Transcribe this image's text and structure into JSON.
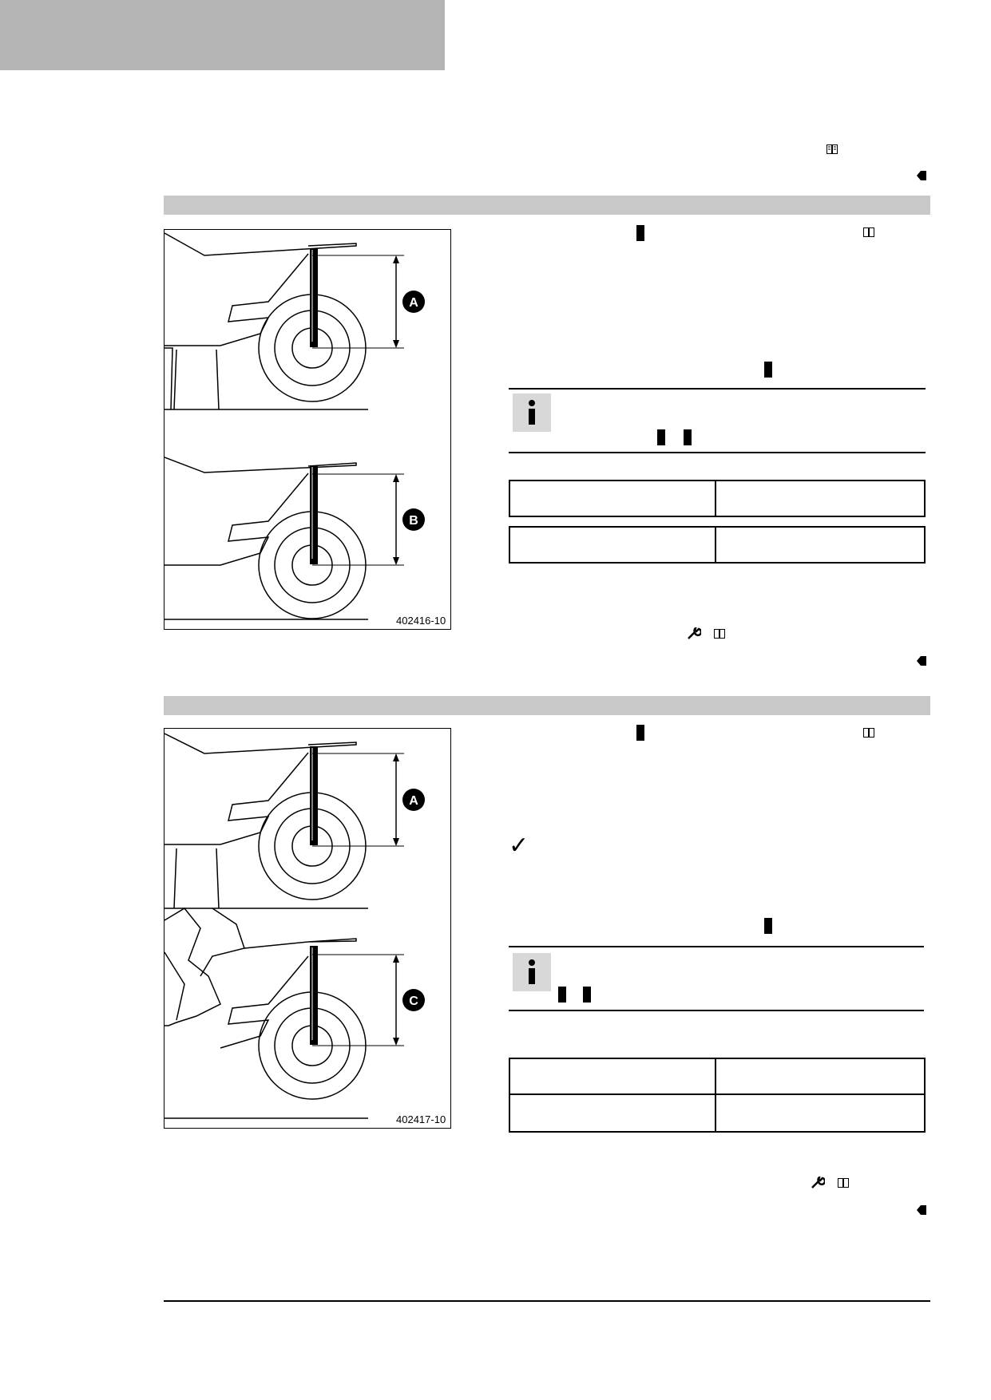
{
  "header_tab": {
    "text": ""
  },
  "figures": [
    {
      "caption": "402416-10",
      "callouts": [
        "A",
        "B"
      ]
    },
    {
      "caption": "402417-10",
      "callouts": [
        "A",
        "C"
      ]
    }
  ],
  "icons": {
    "book": "book-icon",
    "wrench": "wrench-icon",
    "end": "end-marker-icon",
    "info": "info-icon",
    "check": "checkmark-icon"
  },
  "glyphs": {
    "check": "✓",
    "info": "i"
  }
}
